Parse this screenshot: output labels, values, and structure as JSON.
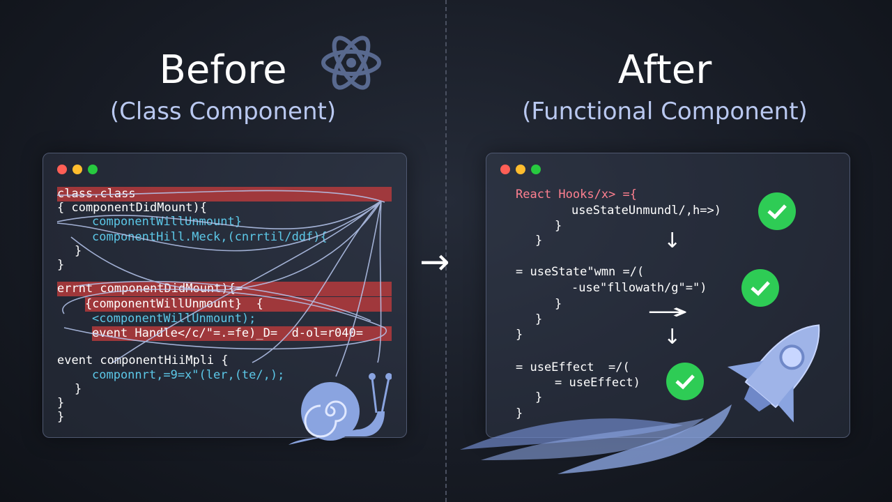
{
  "colors": {
    "accent_blue": "#8aa4e0",
    "highlight_red": "#c83c3c",
    "check_green": "#2ecc55",
    "dot_red": "#ff5f56",
    "dot_yellow": "#ffbd2e",
    "dot_green": "#27c93f"
  },
  "before": {
    "title": "Before",
    "subtitle": "(Class Component)",
    "lines": [
      {
        "text": "class.class",
        "color": "#ffffff",
        "indent": 0,
        "hl": true
      },
      {
        "text": "{ componentDidMount){",
        "color": "#ffffff",
        "indent": 0,
        "hl": false
      },
      {
        "text": "componentWillUnmount}",
        "color": "#5cc8e8",
        "indent": 1,
        "hl": false
      },
      {
        "text": "componentHill.Meck,(cnrrtil/ddf){",
        "color": "#5cc8e8",
        "indent": 1,
        "hl": false
      },
      {
        "text": "}",
        "color": "#ffffff",
        "indent": 0.5,
        "hl": false
      },
      {
        "text": "}",
        "color": "#ffffff",
        "indent": 0,
        "hl": false
      },
      {
        "text": "errnt componentDidMount){=",
        "color": "#ffffff",
        "indent": 0,
        "hl": true
      },
      {
        "text": "{componentWillUnmount}  {",
        "color": "#ffffff",
        "indent": 0.8,
        "hl": true
      },
      {
        "text": "<componentWillUnmount);",
        "color": "#5cc8e8",
        "indent": 1,
        "hl": false
      },
      {
        "text": "event Handle</c/\"=.=fe)_D=  d-ol=r040=",
        "color": "#ffffff",
        "indent": 1,
        "hl": true
      },
      {
        "text": "event componentHiiMpli {",
        "color": "#ffffff",
        "indent": 0,
        "hl": false
      },
      {
        "text": "componnrt,=9=x\"(ler,(te/,);",
        "color": "#5cc8e8",
        "indent": 1,
        "hl": false
      },
      {
        "text": "}",
        "color": "#ffffff",
        "indent": 0.5,
        "hl": false
      },
      {
        "text": "}",
        "color": "#ffffff",
        "indent": 0,
        "hl": false
      },
      {
        "text": "}",
        "color": "#ffffff",
        "indent": 0,
        "hl": false
      }
    ]
  },
  "transition_arrow": "→",
  "after": {
    "title": "After",
    "subtitle": "(Functional Component)",
    "lines": [
      {
        "text": "React Hooks/x> ={",
        "color": "#ff8090",
        "indent": 0
      },
      {
        "text": "useStateUnmundl/,h=>)",
        "color": "#ffffff",
        "indent": 2
      },
      {
        "text": "}",
        "color": "#ffffff",
        "indent": 1.4
      },
      {
        "text": "}",
        "color": "#ffffff",
        "indent": 0.7
      },
      {
        "text": "= useState\"wmn =/(",
        "color": "#ffffff",
        "indent": 0
      },
      {
        "text": "-use\"fllowath/g\"=\")",
        "color": "#ffffff",
        "indent": 2
      },
      {
        "text": "}",
        "color": "#ffffff",
        "indent": 1.4
      },
      {
        "text": "}",
        "color": "#ffffff",
        "indent": 0.7
      },
      {
        "text": "}",
        "color": "#ffffff",
        "indent": 0
      },
      {
        "text": "= useEffect  =/(",
        "color": "#ffffff",
        "indent": 0
      },
      {
        "text": "= useEffect)",
        "color": "#ffffff",
        "indent": 1.4
      },
      {
        "text": "}",
        "color": "#ffffff",
        "indent": 0.7
      },
      {
        "text": "}",
        "color": "#ffffff",
        "indent": 0
      }
    ],
    "checks": [
      "check",
      "check",
      "check"
    ]
  }
}
